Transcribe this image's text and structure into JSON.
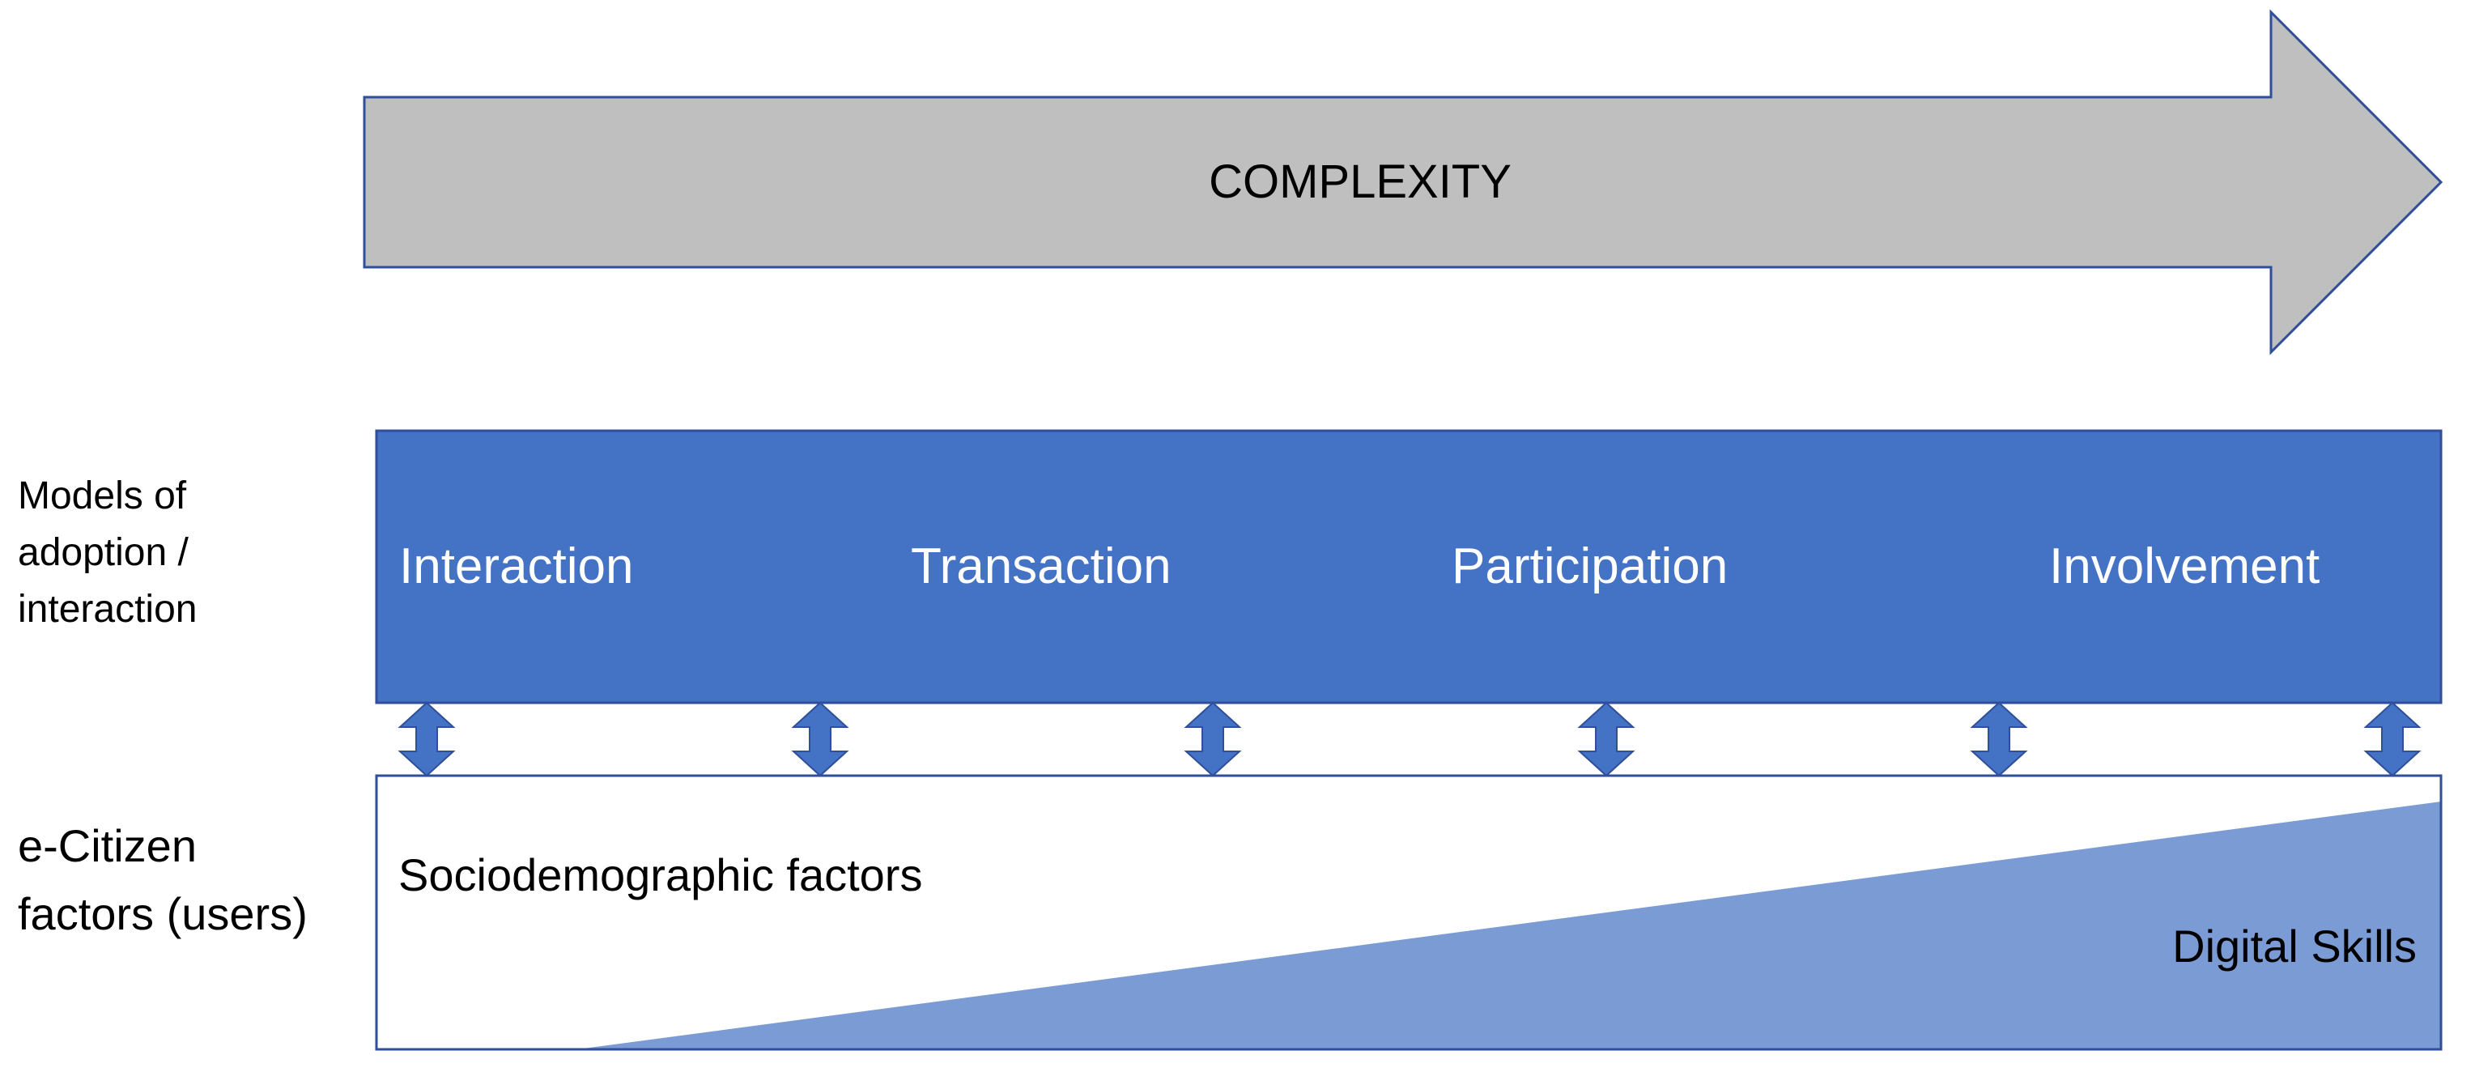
{
  "arrow": {
    "label": "COMPLEXITY"
  },
  "models": {
    "label_lines": [
      "Models of",
      "adoption /",
      "interaction"
    ],
    "stages": [
      "Interaction",
      "Transaction",
      "Participation",
      "Involvement"
    ]
  },
  "ecitizen": {
    "label_lines": [
      "e-Citizen",
      "factors (users)"
    ],
    "sociodemographic": "Sociodemographic factors",
    "digital_skills": "Digital Skills"
  },
  "colors": {
    "arrow_fill": "#bfbfbf",
    "outline": "#2f4f9a",
    "models_fill": "#4472c4",
    "skills_fill": "#7b9bd4",
    "connector_fill": "#4472c4"
  },
  "icons": {
    "connector": "double-headed-vertical-arrow"
  }
}
